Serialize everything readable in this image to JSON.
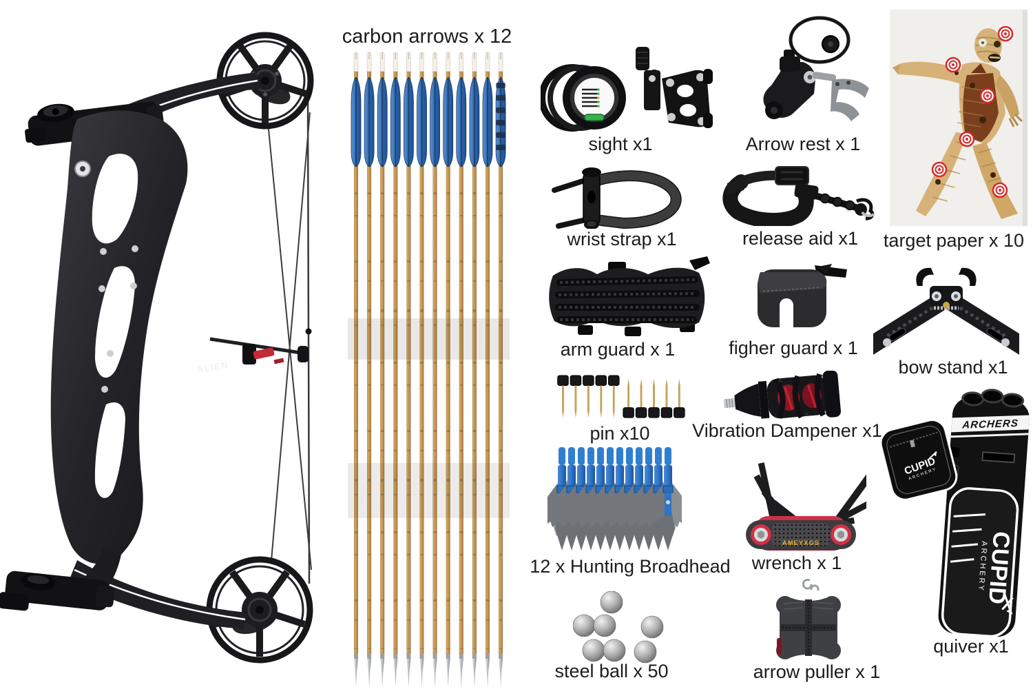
{
  "title": "archery compound bow kit product sheet",
  "background": "#ffffff",
  "text_color": "#1d1c1a",
  "bow": {
    "brand": "ALIEN"
  },
  "items": {
    "carbon_arrows": {
      "label": "carbon arrows x 12",
      "count": 12
    },
    "sight": {
      "label": "sight x1"
    },
    "arrow_rest": {
      "label": "Arrow rest x 1"
    },
    "wrist_strap": {
      "label": "wrist strap x1"
    },
    "release_aid": {
      "label": "release aid x1"
    },
    "target_paper": {
      "label": "target paper x 10"
    },
    "arm_guard": {
      "label": "arm guard x 1"
    },
    "finger_guard": {
      "label": "figher guard x 1"
    },
    "bow_stand": {
      "label": "bow stand x1"
    },
    "pin": {
      "label": "pin x10",
      "count": 10
    },
    "vibration_dampener": {
      "label": "Vibration Dampener x1"
    },
    "hunting_broadhead": {
      "label": "12 x Hunting Broadhead",
      "count": 12
    },
    "wrench": {
      "label": "wrench x 1",
      "brand": "AMEYXGS"
    },
    "quiver": {
      "label": "quiver x1",
      "band_text": "ARCHERS",
      "logo_main": "CUPID",
      "logo_sub": "ARCHERY"
    },
    "steel_ball": {
      "label": "steel ball x 50",
      "count_visible": 7
    },
    "arrow_puller": {
      "label": "arrow puller x 1"
    }
  },
  "colors": {
    "fletching_blue": "#2d66ac",
    "shaft_wood": "#c9964e",
    "broadhead_blue": "#2f74c4",
    "blade_gray": "#85898d",
    "wrench_red": "#c22640",
    "target_red": "#d42a2a",
    "mummy_tan": "#d7b278",
    "gear_black": "#141414",
    "steel_gray": "#a8a8a8"
  }
}
